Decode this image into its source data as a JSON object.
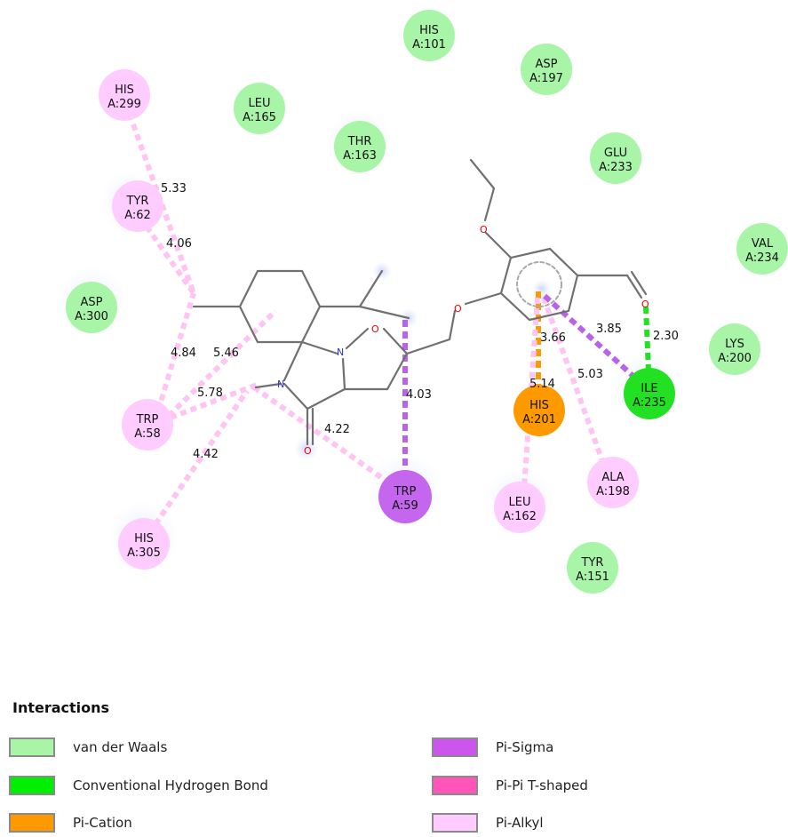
{
  "residues": [
    {
      "label1": "HIS",
      "label2": "A:101",
      "type": "vdw"
    },
    {
      "label1": "ASP",
      "label2": "A:197",
      "type": "vdw"
    },
    {
      "label1": "HIS",
      "label2": "A:299",
      "type": "alkyl"
    },
    {
      "label1": "LEU",
      "label2": "A:165",
      "type": "vdw"
    },
    {
      "label1": "THR",
      "label2": "A:163",
      "type": "vdw"
    },
    {
      "label1": "GLU",
      "label2": "A:233",
      "type": "vdw"
    },
    {
      "label1": "TYR",
      "label2": "A:62",
      "type": "alkyl"
    },
    {
      "label1": "VAL",
      "label2": "A:234",
      "type": "vdw"
    },
    {
      "label1": "ASP",
      "label2": "A:300",
      "type": "vdw"
    },
    {
      "label1": "LYS",
      "label2": "A:200",
      "type": "vdw"
    },
    {
      "label1": "ILE",
      "label2": "A:235",
      "type": "hbond"
    },
    {
      "label1": "HIS",
      "label2": "A:201",
      "type": "cation"
    },
    {
      "label1": "TRP",
      "label2": "A:58",
      "type": "alkyl"
    },
    {
      "label1": "TRP",
      "label2": "A:59",
      "type": "sigma"
    },
    {
      "label1": "ALA",
      "label2": "A:198",
      "type": "alkyl"
    },
    {
      "label1": "LEU",
      "label2": "A:162",
      "type": "alkyl"
    },
    {
      "label1": "HIS",
      "label2": "A:305",
      "type": "alkyl"
    },
    {
      "label1": "TYR",
      "label2": "A:151",
      "type": "vdw"
    }
  ],
  "distances": [
    "5.33",
    "4.06",
    "4.84",
    "5.46",
    "5.78",
    "4.42",
    "4.22",
    "4.03",
    "3.66",
    "5.14",
    "5.03",
    "3.85",
    "2.30"
  ],
  "atoms": [
    "N",
    "N",
    "O",
    "O",
    "O",
    "O",
    "O"
  ],
  "colors": {
    "vdw": "#a8f5a8",
    "hbond": "#22e822",
    "cation": "#ff9900",
    "sigma": "#c466ee",
    "tshaped": "#ff66bb",
    "alkyl": "#ffccff"
  },
  "legend": {
    "title": "Interactions",
    "items": [
      {
        "label": "van der Waals",
        "color": "#a8f5a8"
      },
      {
        "label": "Conventional Hydrogen Bond",
        "color": "#00ee00"
      },
      {
        "label": "Pi-Cation",
        "color": "#ff9900"
      },
      {
        "label": "Pi-Sigma",
        "color": "#cc55ee"
      },
      {
        "label": "Pi-Pi T-shaped",
        "color": "#ff55bb"
      },
      {
        "label": "Pi-Alkyl",
        "color": "#ffccff"
      }
    ]
  }
}
